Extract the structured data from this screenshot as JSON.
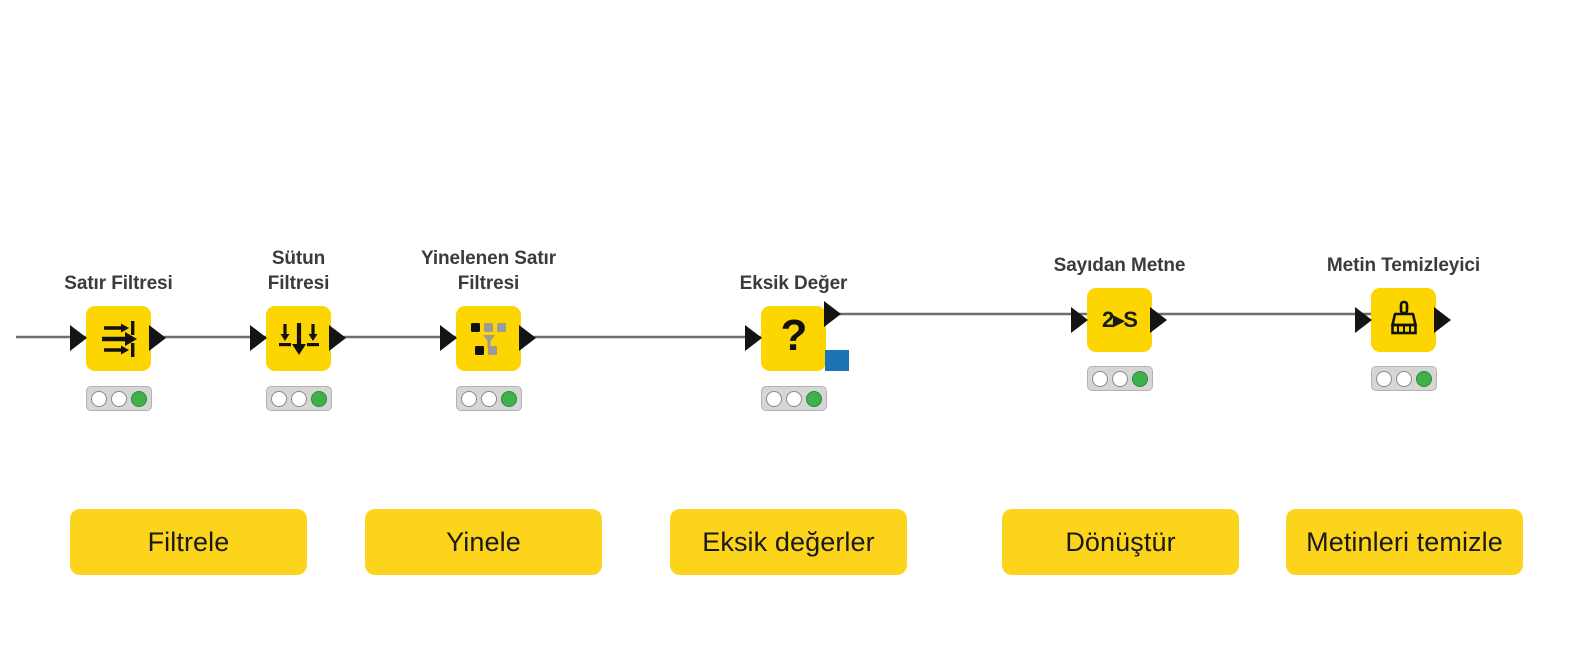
{
  "canvas": {
    "background": "#ffffff",
    "node_color": "#fdd500",
    "button_color": "#fbd41b",
    "label_color": "#3b3b3b",
    "wire_color": "#6e6e6e",
    "port_color": "#141414",
    "blue_port_color": "#1c73b5",
    "lamp_active_color": "#3fb14a"
  },
  "nodes": [
    {
      "id": "row-filter",
      "label": "Satır Filtresi",
      "icon": "row-filter-icon",
      "status": [
        "off",
        "off",
        "on"
      ]
    },
    {
      "id": "column-filter",
      "label": "Sütun\nFiltresi",
      "icon": "column-filter-icon",
      "status": [
        "off",
        "off",
        "on"
      ]
    },
    {
      "id": "duplicate-row-filter",
      "label": "Yinelenen Satır\nFiltresi",
      "icon": "duplicate-row-filter-icon",
      "status": [
        "off",
        "off",
        "on"
      ]
    },
    {
      "id": "missing-value",
      "label": "Eksik Değer",
      "icon": "question-mark-icon",
      "status": [
        "off",
        "off",
        "on"
      ]
    },
    {
      "id": "number-to-string",
      "label": "Sayıdan Metne",
      "icon": "number-to-string-icon",
      "icon_text": "2▸S",
      "status": [
        "off",
        "off",
        "on"
      ]
    },
    {
      "id": "string-cleaner",
      "label": "Metin Temizleyici",
      "icon": "broom-icon",
      "status": [
        "off",
        "off",
        "on"
      ]
    }
  ],
  "buttons": [
    {
      "id": "filter",
      "label": "Filtrele"
    },
    {
      "id": "duplicate",
      "label": "Yinele"
    },
    {
      "id": "missing",
      "label": "Eksik değerler"
    },
    {
      "id": "convert",
      "label": "Dönüştür"
    },
    {
      "id": "clean-strings",
      "label": "Metinleri temizle"
    }
  ]
}
